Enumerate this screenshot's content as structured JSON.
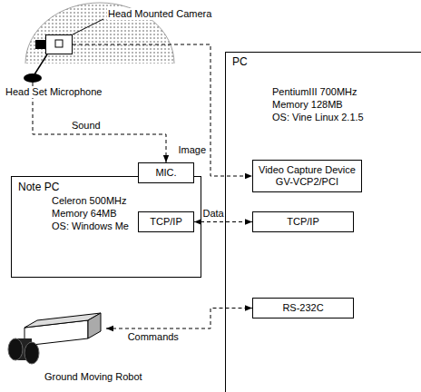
{
  "diagram": {
    "nodes": [
      {
        "text": [
          "Head Mounted Camera"
        ]
      },
      {
        "text": [
          "Head Set Microphone"
        ]
      },
      {
        "text": [
          "PC",
          "PentiumIII 700MHz",
          "Memory 128MB",
          "OS: Vine Linux 2.1.5"
        ]
      },
      {
        "text": [
          "Video Capture Device",
          "GV-VCP2/PCI"
        ],
        "in": 2
      },
      {
        "text": [
          "TCP/IP"
        ],
        "in": 2
      },
      {
        "text": [
          "RS-232C"
        ],
        "in": 2
      },
      {
        "text": [
          "Note PC",
          "Celeron 500MHz",
          "Memory 64MB",
          "OS: Windows Me"
        ]
      },
      {
        "text": [
          "MIC."
        ],
        "in": 6
      },
      {
        "text": [
          "TCP/IP"
        ],
        "in": 6
      },
      {
        "text": [
          "Ground Moving Robot"
        ]
      }
    ],
    "edges": [
      {
        "from": 1,
        "to": 7,
        "arrow": "to",
        "label": "Sound"
      },
      {
        "from": 0,
        "to": 3,
        "arrow": "to",
        "label": "Image"
      },
      {
        "from": 8,
        "to": 4,
        "arrow": "both",
        "label": "Data"
      },
      {
        "from": 9,
        "to": 5,
        "arrow": "both",
        "label": "Commands"
      }
    ]
  }
}
